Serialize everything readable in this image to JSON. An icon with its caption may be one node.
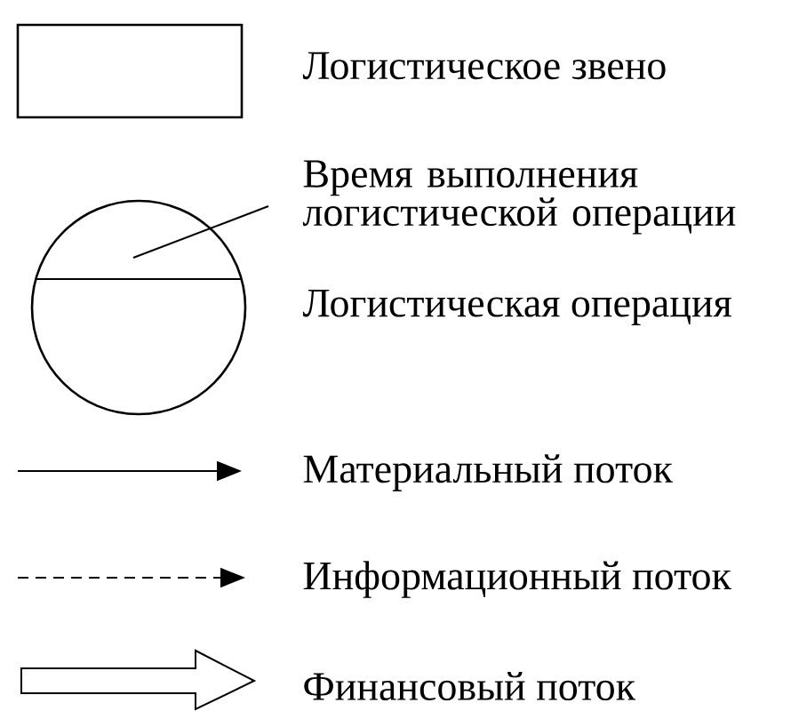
{
  "diagram": {
    "nodes": [
      {
        "text": [],
        "shape": "box"
      },
      {
        "text": [
          "Время выполнения логистической операции"
        ]
      },
      {
        "text": [],
        "shape": "circle"
      }
    ],
    "edges": [
      {
        "from": 1,
        "to": 2,
        "arrow": "none"
      }
    ],
    "legend": [
      {
        "text": "Логистическое звено"
      },
      {
        "text": "Логистическая операция"
      },
      {
        "text": "Материальный поток"
      },
      {
        "text": "Информационный поток"
      },
      {
        "text": "Финансовый поток"
      }
    ]
  }
}
